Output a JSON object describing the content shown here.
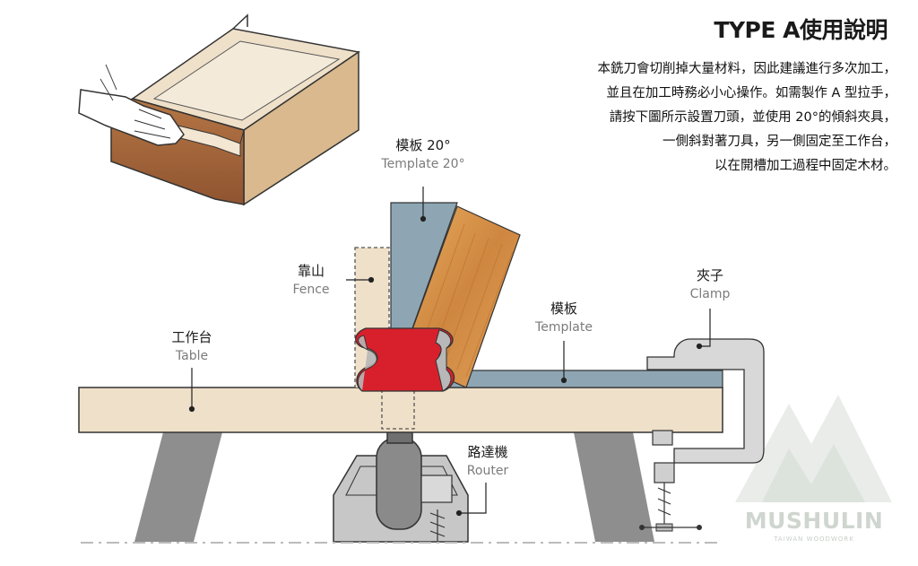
{
  "header": {
    "title": "TYPE A使用說明",
    "description": [
      "本銑刀會切削掉大量材料，因此建議進行多次加工，",
      "並且在加工時務必小心操作。如需製作 A 型拉手，",
      "請按下圖所示設置刀頭，並使用 20°的傾斜夾具，",
      "一側斜對著刀具，另一側固定至工作台，",
      "以在開槽加工過程中固定木材。"
    ]
  },
  "labels": {
    "template20": {
      "zh": "模板 20°",
      "en": "Template 20°"
    },
    "fence": {
      "zh": "靠山",
      "en": "Fence"
    },
    "template": {
      "zh": "模板",
      "en": "Template"
    },
    "clamp": {
      "zh": "夾子",
      "en": "Clamp"
    },
    "table": {
      "zh": "工作台",
      "en": "Table"
    },
    "router": {
      "zh": "路達機",
      "en": "Router"
    }
  },
  "brand": {
    "name": "MUSHULIN",
    "sub": "TAIWAN WOODWORK"
  },
  "colors": {
    "table_wood": "#efe0c9",
    "template_blue": "#8ea6b4",
    "bit_red": "#d8202c",
    "router_gray": "#c7c7c7",
    "stand_gray": "#8e8e8e",
    "drawer_wood": "#a8693f",
    "wood_grain": "#d59650",
    "leader_line": "#222222"
  },
  "icons": [
    "hand-icon",
    "drawer-illustration",
    "router-bit-icon",
    "clamp-icon",
    "brand-logo-mountains"
  ]
}
